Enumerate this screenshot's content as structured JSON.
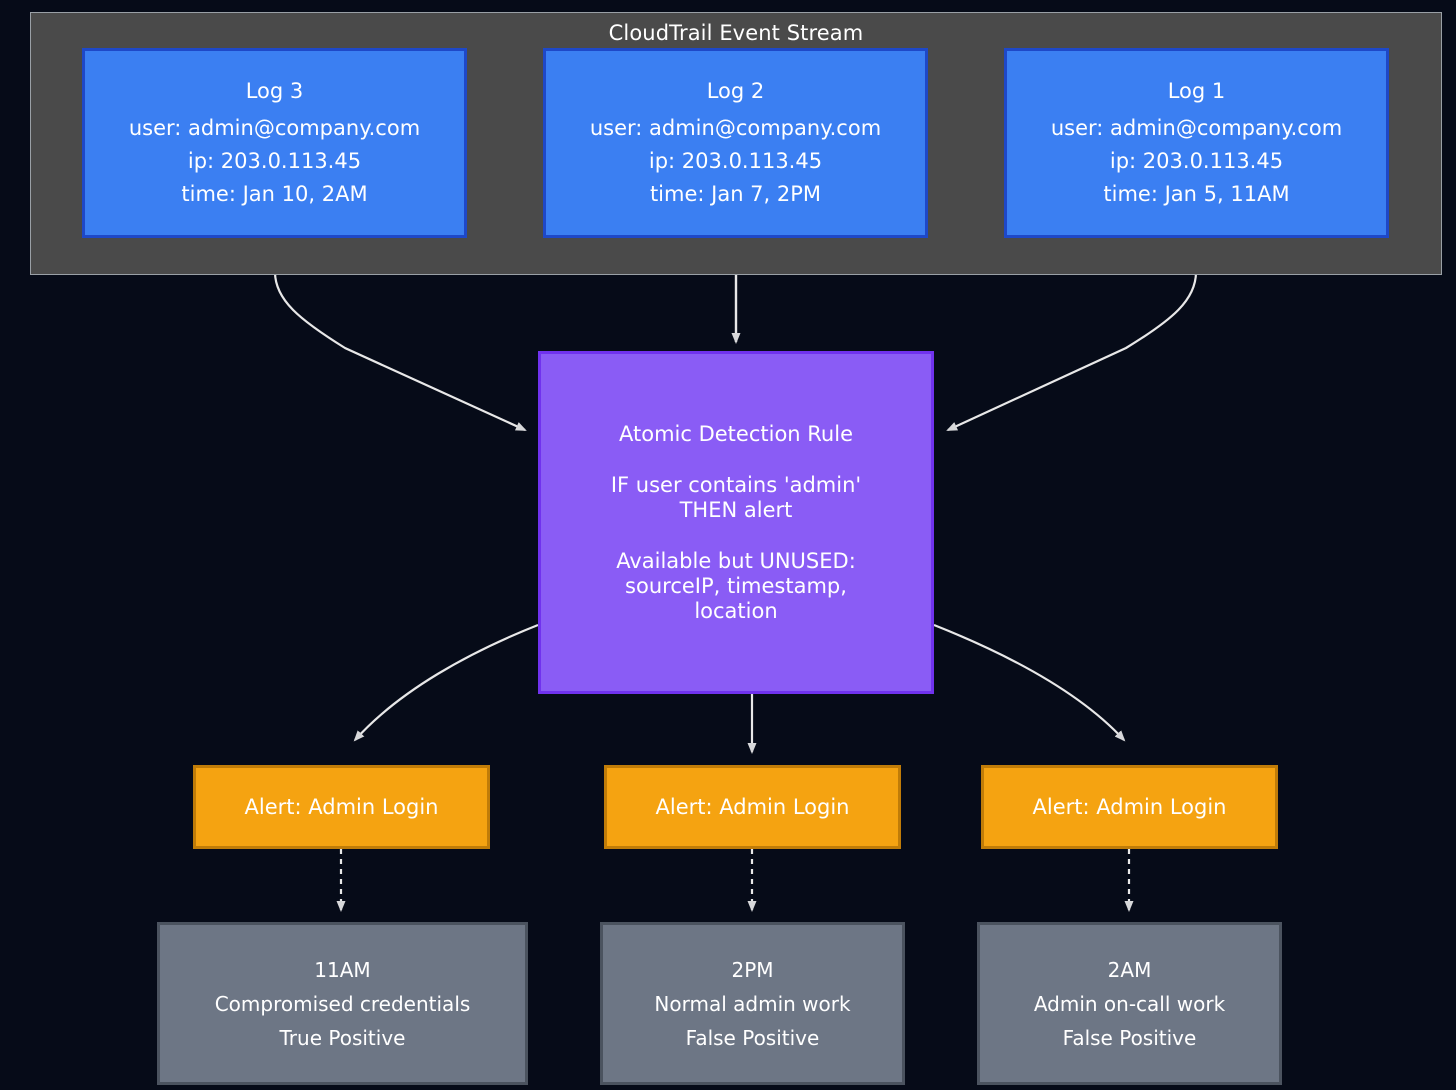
{
  "diagram": {
    "type": "flowchart",
    "background_color": "#060b18",
    "subgraph": {
      "title": "CloudTrail Event Stream",
      "fill": "#4a4a4a",
      "stroke": "#9aa0a6"
    },
    "logs": [
      {
        "id": "log3",
        "title": "Log 3",
        "user": "user: admin@company.com",
        "ip": "ip: 203.0.113.45",
        "time": "time: Jan 10, 2AM",
        "fill": "#3b7ff2",
        "stroke": "#1e48c8"
      },
      {
        "id": "log2",
        "title": "Log 2",
        "user": "user: admin@company.com",
        "ip": "ip: 203.0.113.45",
        "time": "time: Jan 7, 2PM",
        "fill": "#3b7ff2",
        "stroke": "#1e48c8"
      },
      {
        "id": "log1",
        "title": "Log 1",
        "user": "user: admin@company.com",
        "ip": "ip: 203.0.113.45",
        "time": "time: Jan 5, 11AM",
        "fill": "#3b7ff2",
        "stroke": "#1e48c8"
      }
    ],
    "rule": {
      "id": "atomic-detection-rule",
      "title": "Atomic Detection Rule",
      "condition": "IF user contains 'admin'",
      "action": "THEN alert",
      "unused_header": "Available but UNUSED:",
      "unused_fields_1": "sourceIP, timestamp,",
      "unused_fields_2": "location",
      "fill": "#8a5cf5",
      "stroke": "#7032ee"
    },
    "alerts": [
      {
        "id": "alert-left",
        "label": "Alert: Admin Login",
        "fill": "#f5a311",
        "stroke": "#c07c08"
      },
      {
        "id": "alert-center",
        "label": "Alert: Admin Login",
        "fill": "#f5a311",
        "stroke": "#c07c08"
      },
      {
        "id": "alert-right",
        "label": "Alert: Admin Login",
        "fill": "#f5a311",
        "stroke": "#c07c08"
      }
    ],
    "outcomes": [
      {
        "id": "outcome-left",
        "time": "11AM",
        "description": "Compromised credentials",
        "verdict": "True Positive",
        "fill": "#6d7685",
        "stroke": "#4b535f"
      },
      {
        "id": "outcome-center",
        "time": "2PM",
        "description": "Normal admin work",
        "verdict": "False Positive",
        "fill": "#6d7685",
        "stroke": "#4b535f"
      },
      {
        "id": "outcome-right",
        "time": "2AM",
        "description": "Admin on-call work",
        "verdict": "False Positive",
        "fill": "#6d7685",
        "stroke": "#4b535f"
      }
    ],
    "edges": {
      "stroke": "#e8e8e8",
      "solid_count": 6,
      "dashed_count": 3
    }
  }
}
